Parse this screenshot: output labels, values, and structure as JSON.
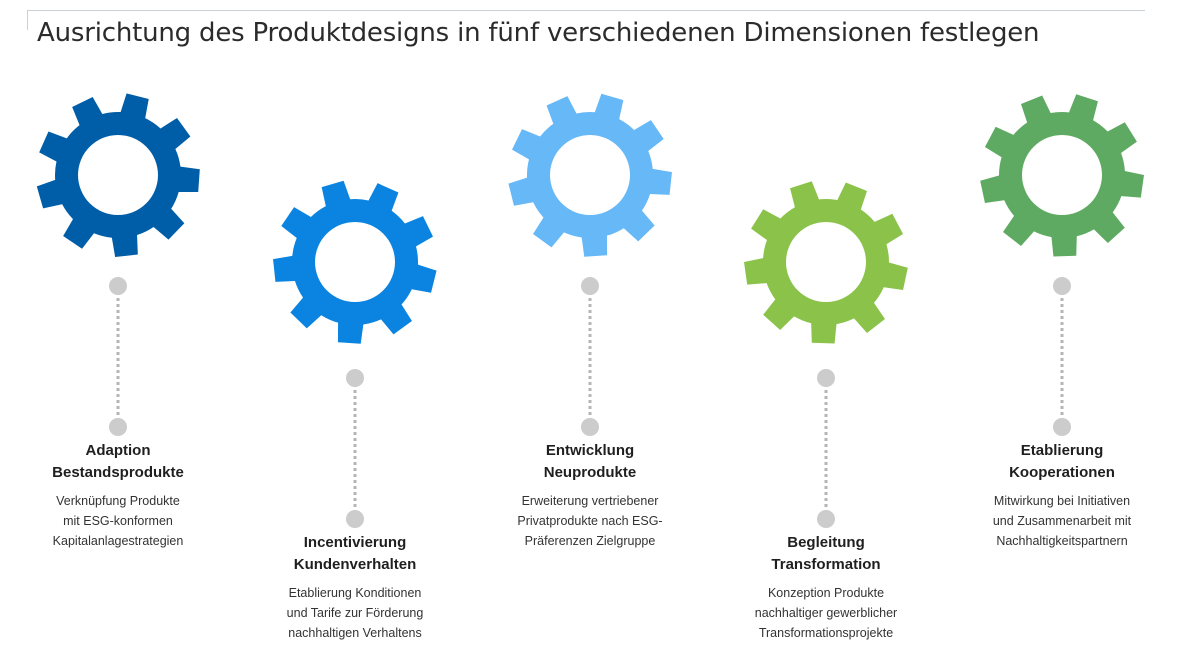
{
  "title": "Ausrichtung des Produktdesigns in fünf verschiedenen Dimensionen festlegen",
  "dimensions": [
    {
      "title_lines": [
        "Adaption",
        "Bestandsprodukte"
      ],
      "desc_lines": [
        "Verknüpfung Produkte",
        "mit ESG-konformen",
        "Kapitalanlagestrategien"
      ],
      "color": "#005ea8",
      "icon": "gear-icon"
    },
    {
      "title_lines": [
        "Incentivierung",
        "Kundenverhalten"
      ],
      "desc_lines": [
        "Etablierung Konditionen",
        "und Tarife zur Förderung",
        "nachhaltigen Verhaltens"
      ],
      "color": "#0a84e0",
      "icon": "gear-icon"
    },
    {
      "title_lines": [
        "Entwicklung",
        "Neuprodukte"
      ],
      "desc_lines": [
        "Erweiterung vertriebener",
        "Privatprodukte nach ESG-",
        "Präferenzen Zielgruppe"
      ],
      "color": "#66b8f7",
      "icon": "gear-icon"
    },
    {
      "title_lines": [
        "Begleitung",
        "Transformation"
      ],
      "desc_lines": [
        "Konzeption Produkte",
        "nachhaltiger gewerblicher",
        "Transformationsprojekte"
      ],
      "color": "#8bc34a",
      "icon": "gear-icon"
    },
    {
      "title_lines": [
        "Etablierung",
        "Kooperationen"
      ],
      "desc_lines": [
        "Mitwirkung bei Initiativen",
        "und Zusammenarbeit mit",
        "Nachhaltigkeitspartnern"
      ],
      "color": "#5faa63",
      "icon": "gear-icon"
    }
  ]
}
